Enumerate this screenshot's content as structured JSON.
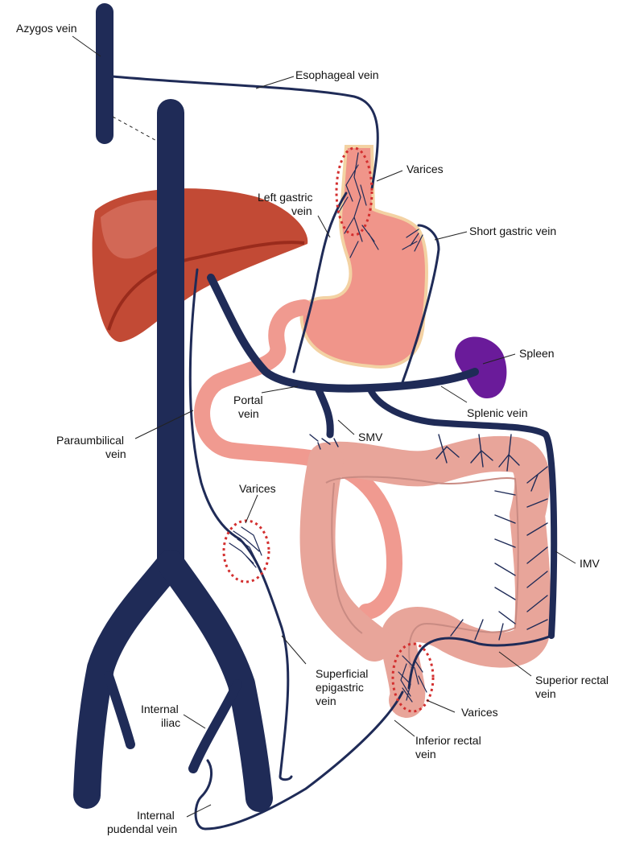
{
  "labels": {
    "azygos_vein": "Azygos vein",
    "esophageal_vein": "Esophageal vein",
    "varices_esophageal": "Varices",
    "left_gastric_line1": "Left gastric",
    "left_gastric_line2": "vein",
    "short_gastric_vein": "Short gastric vein",
    "spleen": "Spleen",
    "splenic_vein": "Splenic vein",
    "portal_line1": "Portal",
    "portal_line2": "vein",
    "smv": "SMV",
    "paraumbilical_line1": "Paraumbilical",
    "paraumbilical_line2": "vein",
    "varices_umbilical": "Varices",
    "imv": "IMV",
    "superior_rectal_line1": "Superior rectal",
    "superior_rectal_line2": "vein",
    "superficial_epigastric_line1": "Superficial",
    "superficial_epigastric_line2": "epigastric",
    "superficial_epigastric_line3": "vein",
    "varices_rectal": "Varices",
    "inferior_rectal_line1": "Inferior rectal",
    "inferior_rectal_line2": "vein",
    "internal_iliac_line1": "Internal",
    "internal_iliac_line2": "iliac",
    "internal_pudendal_line1": "Internal",
    "internal_pudendal_line2": "pudendal vein"
  },
  "colors": {
    "vein": "#1f2b57",
    "liver": "#c24a35",
    "stomach": "#f0958a",
    "stomach_rim": "#f3d2a3",
    "spleen": "#6a1b9a",
    "colon": "#e8a59a",
    "intestine": "#f09a90",
    "varix_ring": "#d32f2f"
  }
}
